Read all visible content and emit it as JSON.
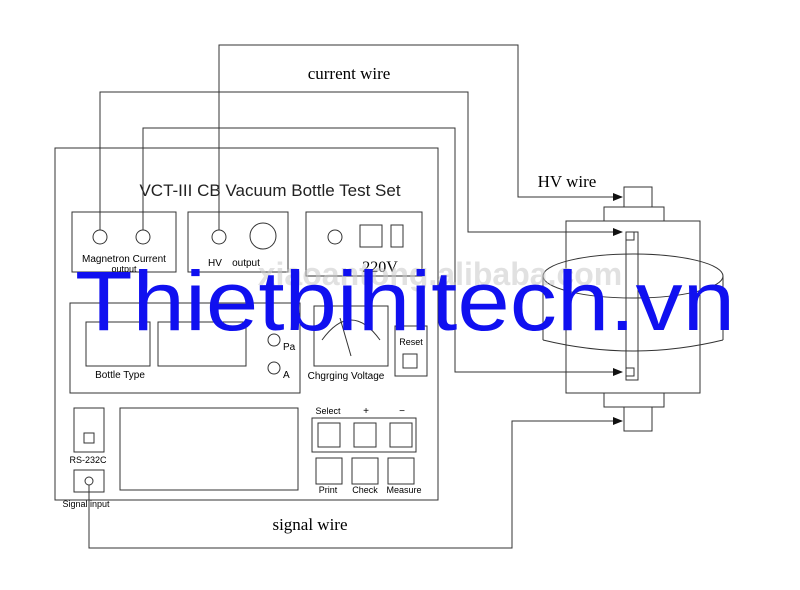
{
  "watermark": {
    "text": "Thietbihitech.vn",
    "ghost_text": "xiaoantong.alibaba.com",
    "color": "#1010f0"
  },
  "panel": {
    "title": "VCT-III CB Vacuum Bottle Test Set",
    "magnetron_label": "Magnetron Current",
    "magnetron_sub": "output",
    "hv_label": "HV",
    "hv_sub": "output",
    "voltage_label": "220V",
    "bottle_type_label": "Bottle Type",
    "pa_label": "Pa",
    "a_label": "A",
    "charging_voltage_label": "Chgrging Voltage",
    "reset_label": "Reset",
    "select_label": "Select",
    "plus_label": "+",
    "minus_label": "−",
    "print_label": "Print",
    "check_label": "Check",
    "measure_label": "Measure",
    "rs232_label": "RS-232C",
    "signal_input_label": "Signal input"
  },
  "wires": {
    "current": "current wire",
    "hv": "HV wire",
    "signal": "signal wire"
  }
}
